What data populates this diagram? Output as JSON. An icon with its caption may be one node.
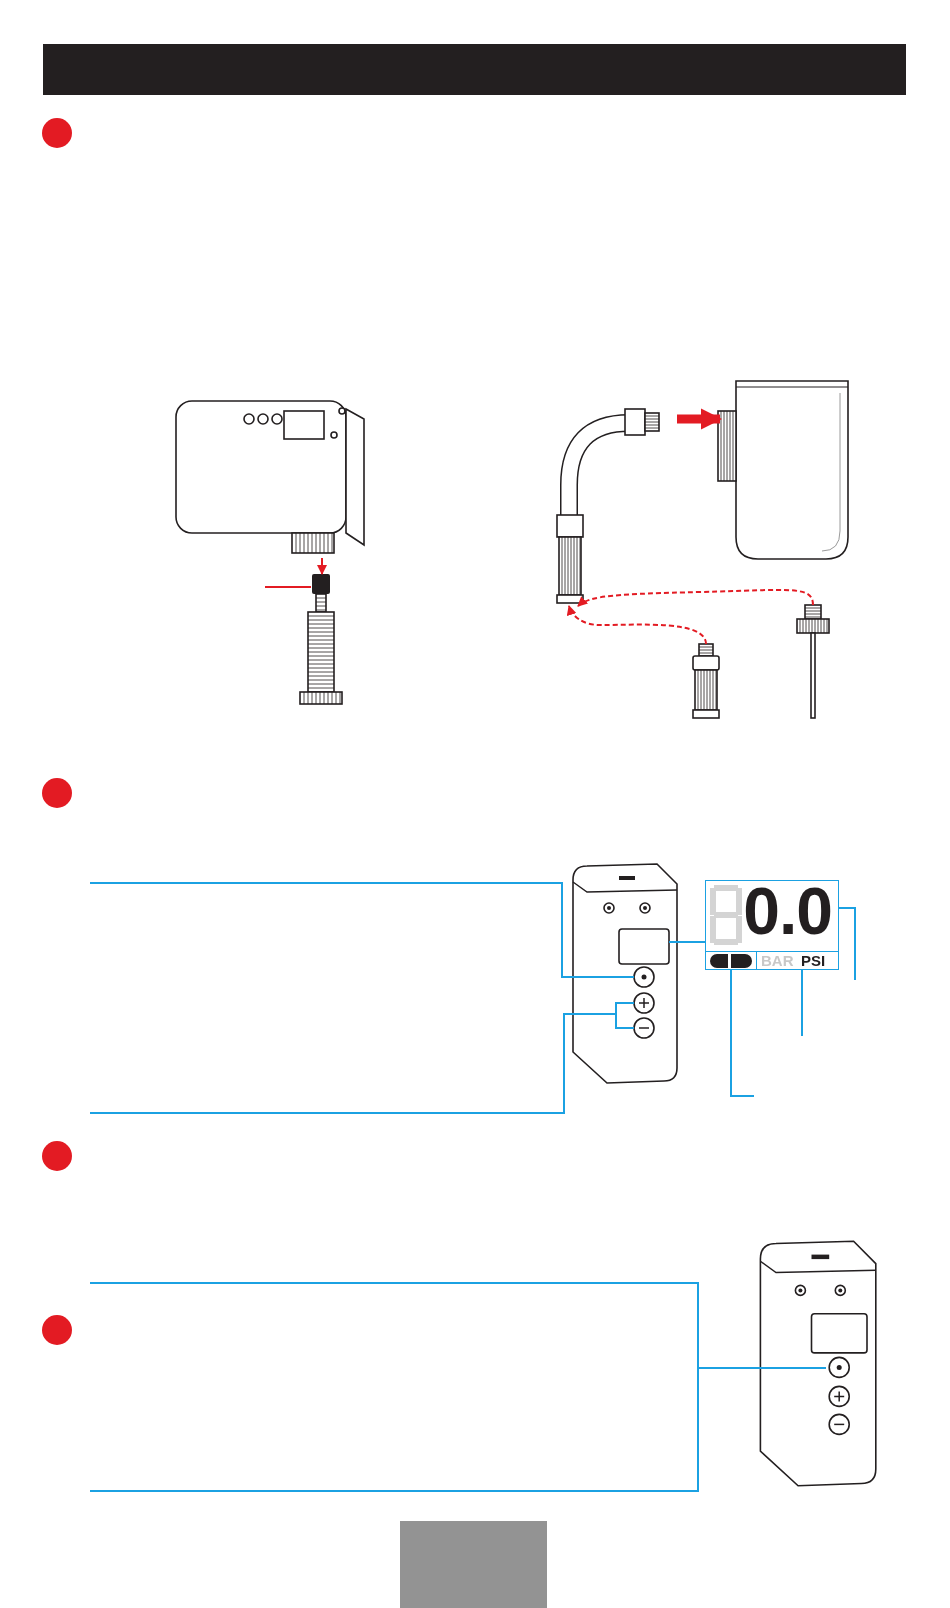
{
  "diagram": {
    "nodes": [
      {
        "text": [],
        "shape": "picture"
      },
      {
        "text": [],
        "shape": "picture"
      },
      {
        "text": [],
        "shape": "picture"
      },
      {
        "text": [],
        "shape": "picture"
      },
      {
        "text": [],
        "shape": "picture"
      },
      {
        "text": [],
        "shape": "picture"
      },
      {
        "text": [],
        "shape": "picture"
      },
      {
        "text": [
          "0.0",
          "BAR",
          "PSI"
        ]
      },
      {
        "text": [],
        "shape": "picture"
      }
    ],
    "edges": [
      {
        "from": 0,
        "to": 1,
        "arrow": "to",
        "color": "#e31b23"
      },
      {
        "from": null,
        "to": 1,
        "arrow": "none",
        "color": "#e31b23"
      },
      {
        "from": 2,
        "to": 3,
        "arrow": "to",
        "style": "thick",
        "color": "#e31b23"
      },
      {
        "from": 4,
        "to": 2,
        "arrow": "to",
        "style": "dashed",
        "color": "#e31b23"
      },
      {
        "from": 5,
        "to": 2,
        "arrow": "to",
        "style": "dashed",
        "color": "#e31b23"
      },
      {
        "from": null,
        "to": 6,
        "arrow": "none"
      },
      {
        "from": null,
        "to": 6,
        "arrow": "none"
      },
      {
        "from": 6,
        "to": 7,
        "arrow": "none"
      },
      {
        "from": 7,
        "to": null,
        "arrow": "none"
      },
      {
        "from": 7,
        "to": null,
        "arrow": "none"
      },
      {
        "from": 7,
        "to": null,
        "arrow": "none"
      },
      {
        "from": null,
        "to": 8,
        "arrow": "none"
      }
    ]
  }
}
